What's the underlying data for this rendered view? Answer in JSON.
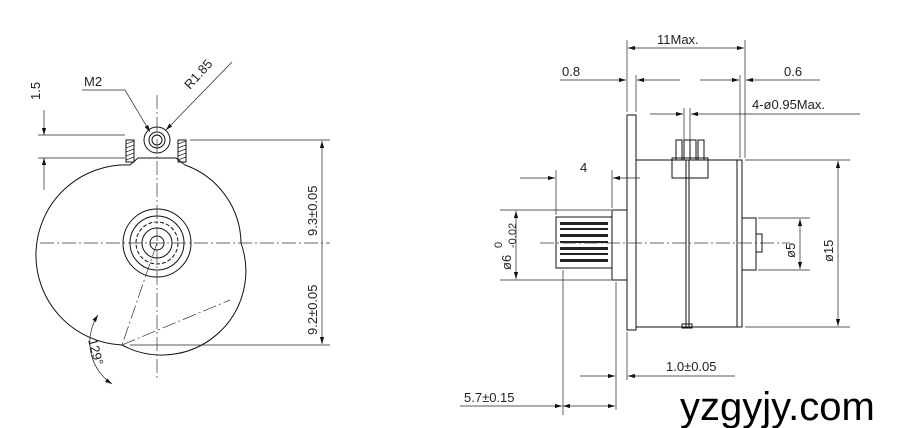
{
  "front_view": {
    "dim_top": "1.5",
    "thread": "M2",
    "radius": "R1.85",
    "dim_upper": "9.3±0.05",
    "dim_lower": "9.2±0.05",
    "angle": "129°"
  },
  "side_view": {
    "overall_length": "11Max.",
    "flange_thickness": "0.8",
    "rear_gap": "0.6",
    "pins": "4-ø0.95Max.",
    "gear_length": "4",
    "shaft_dia": "ø6",
    "shaft_tol_upper": "0",
    "shaft_tol_lower": "-0.02",
    "boss_dia": "ø5",
    "body_dia": "ø15",
    "boss_height": "1.0±0.05",
    "gear_to_flange": "5.7±0.15"
  },
  "watermark": "yzgyjy.com",
  "colors": {
    "line": "#111111",
    "background": "#ffffff"
  }
}
